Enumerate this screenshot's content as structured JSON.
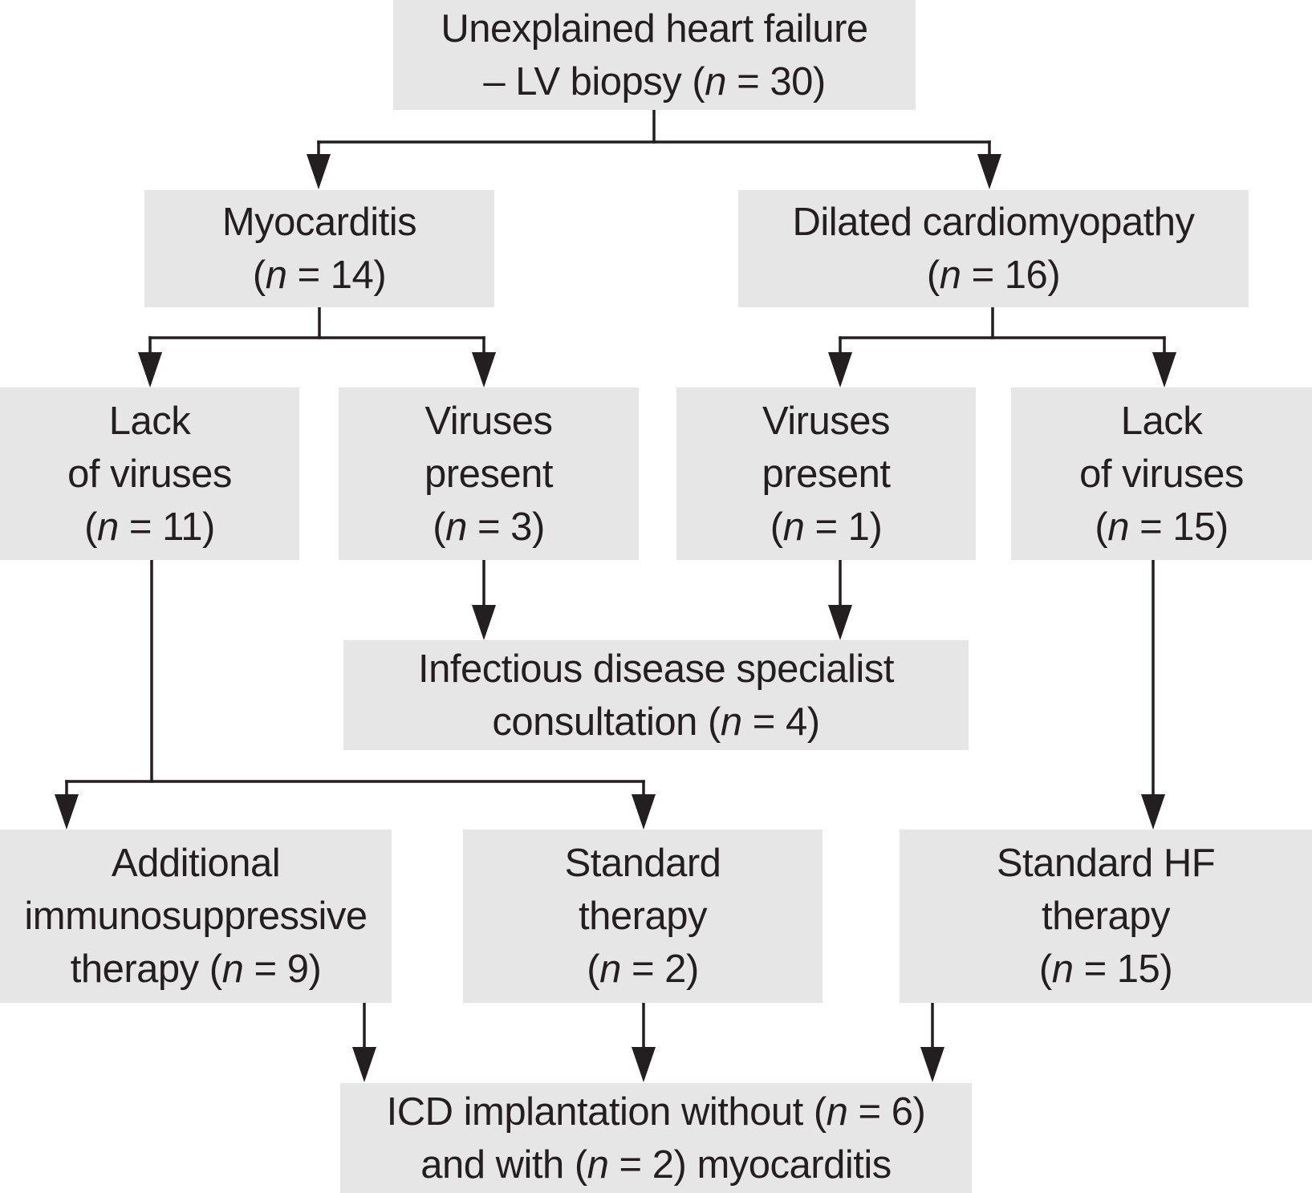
{
  "diagram": {
    "type": "flowchart",
    "nodes": {
      "root": {
        "lines": [
          "Unexplained heart failure",
          "– LV biopsy"
        ],
        "n_label": "n",
        "n_value": "30",
        "n_line": 1
      },
      "myocarditis": {
        "lines": [
          "Myocarditis"
        ],
        "n_label": "n",
        "n_value": "14"
      },
      "dcm": {
        "lines": [
          "Dilated cardiomyopathy"
        ],
        "n_label": "n",
        "n_value": "16"
      },
      "myo_lack_viruses": {
        "lines": [
          "Lack",
          "of viruses"
        ],
        "n_label": "n",
        "n_value": "11"
      },
      "myo_viruses_present": {
        "lines": [
          "Viruses",
          "present"
        ],
        "n_label": "n",
        "n_value": "3"
      },
      "dcm_viruses_present": {
        "lines": [
          "Viruses",
          "present"
        ],
        "n_label": "n",
        "n_value": "1"
      },
      "dcm_lack_viruses": {
        "lines": [
          "Lack",
          "of viruses"
        ],
        "n_label": "n",
        "n_value": "15"
      },
      "infectious_consult": {
        "lines": [
          "Infectious disease specialist",
          "consultation"
        ],
        "n_label": "n",
        "n_value": "4"
      },
      "immunosuppressive": {
        "lines": [
          "Additional",
          "immunosuppressive",
          "therapy"
        ],
        "n_label": "n",
        "n_value": "9"
      },
      "standard_therapy": {
        "lines": [
          "Standard",
          "therapy"
        ],
        "n_label": "n",
        "n_value": "2"
      },
      "standard_hf_therapy": {
        "lines": [
          "Standard HF",
          "therapy"
        ],
        "n_label": "n",
        "n_value": "15"
      },
      "icd": {
        "line1_prefix": "ICD implantation without",
        "line1_n_label": "n",
        "line1_n_value": "6",
        "line2_prefix": "and with",
        "line2_n_label": "n",
        "line2_n_value": "2",
        "line2_suffix": "myocarditis"
      }
    },
    "edges": [
      [
        "root",
        "myocarditis"
      ],
      [
        "root",
        "dcm"
      ],
      [
        "myocarditis",
        "myo_lack_viruses"
      ],
      [
        "myocarditis",
        "myo_viruses_present"
      ],
      [
        "dcm",
        "dcm_viruses_present"
      ],
      [
        "dcm",
        "dcm_lack_viruses"
      ],
      [
        "myo_viruses_present",
        "infectious_consult"
      ],
      [
        "dcm_viruses_present",
        "infectious_consult"
      ],
      [
        "myo_lack_viruses",
        "immunosuppressive"
      ],
      [
        "myo_lack_viruses",
        "standard_therapy"
      ],
      [
        "dcm_lack_viruses",
        "standard_hf_therapy"
      ],
      [
        "immunosuppressive",
        "icd"
      ],
      [
        "standard_therapy",
        "icd"
      ],
      [
        "standard_hf_therapy",
        "icd"
      ]
    ],
    "colors": {
      "box_fill": "#e6e6e6",
      "line": "#231f20",
      "text": "#231f20",
      "background": "#ffffff"
    }
  }
}
